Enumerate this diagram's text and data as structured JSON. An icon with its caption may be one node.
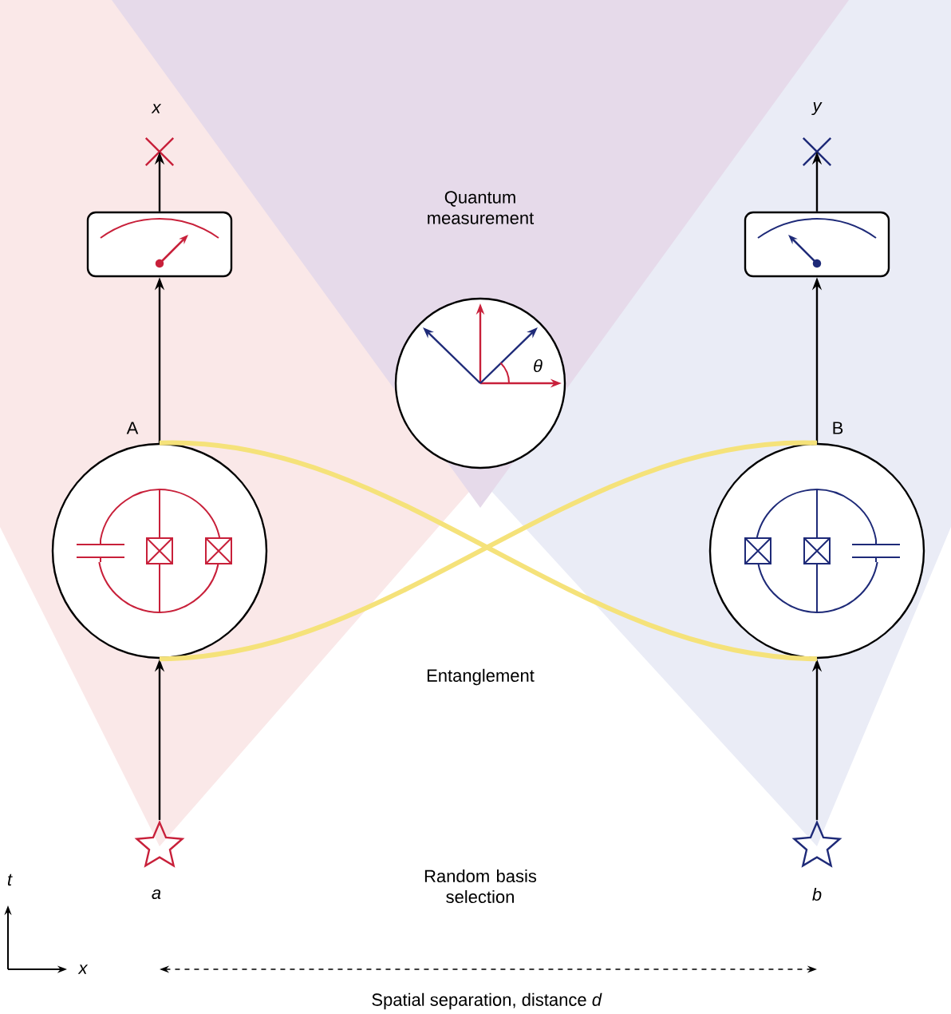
{
  "diagram": {
    "nodes": [
      {
        "text": [],
        "shape": "star",
        "beside": [
          "a"
        ]
      },
      {
        "text": [],
        "shape": "circle",
        "beside": [
          "A"
        ]
      },
      {
        "text": [],
        "shape": "box"
      },
      {
        "text": [],
        "shape": "cross",
        "beside": [
          "x"
        ]
      },
      {
        "text": [],
        "shape": "star",
        "beside": [
          "b"
        ]
      },
      {
        "text": [],
        "shape": "circle",
        "beside": [
          "B"
        ]
      },
      {
        "text": [],
        "shape": "box"
      },
      {
        "text": [],
        "shape": "cross",
        "beside": [
          "y"
        ]
      }
    ],
    "edges": [
      {
        "from": 0,
        "to": 1,
        "arrow": "to"
      },
      {
        "from": 1,
        "to": 2,
        "arrow": "to"
      },
      {
        "from": 2,
        "to": 3,
        "arrow": "to"
      },
      {
        "from": 4,
        "to": 5,
        "arrow": "to"
      },
      {
        "from": 5,
        "to": 6,
        "arrow": "to"
      },
      {
        "from": 6,
        "to": 7,
        "arrow": "to"
      },
      {
        "from": 1,
        "to": 5,
        "arrow": "none",
        "style": "thick",
        "color": "#f5e27a"
      }
    ],
    "labels": [
      "Quantum measurement",
      "θ",
      "Entanglement",
      "Random basis selection",
      "t",
      "x",
      "Spatial separation, distance *d*"
    ]
  }
}
